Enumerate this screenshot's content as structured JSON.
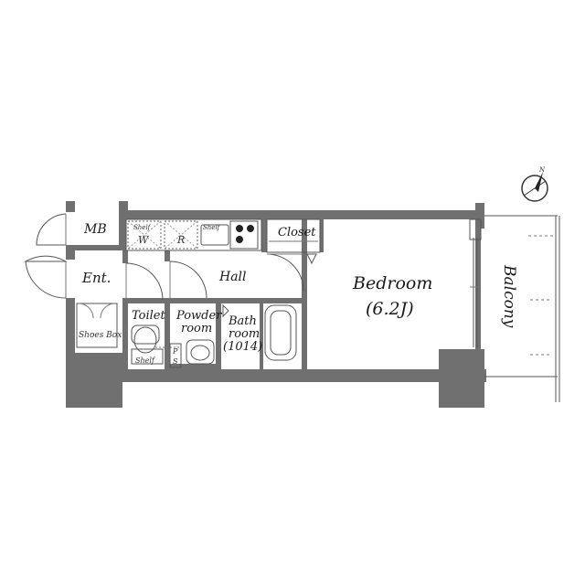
{
  "rooms": {
    "mb": "MB",
    "ent": "Ent.",
    "shoes_box": "Shoes Box",
    "toilet": "Toilet",
    "toilet_shelf": "Shelf",
    "powder_line1": "Powder",
    "powder_line2": "room",
    "ps_line1": "P",
    "ps_line2": "S",
    "bath_line1": "Bath",
    "bath_line2": "room",
    "bath_line3": "(1014)",
    "hall": "Hall",
    "closet": "Closet",
    "bedroom": "Bedroom",
    "bedroom_size": "(6.2J)",
    "balcony": "Balcony",
    "shelf_w_label": "Shelf",
    "shelf_w": "W",
    "shelf_r": "R",
    "shelf_kitchen_label": "Shelf",
    "north": "N"
  },
  "colors": {
    "wall": "#707070",
    "line": "#555555"
  }
}
